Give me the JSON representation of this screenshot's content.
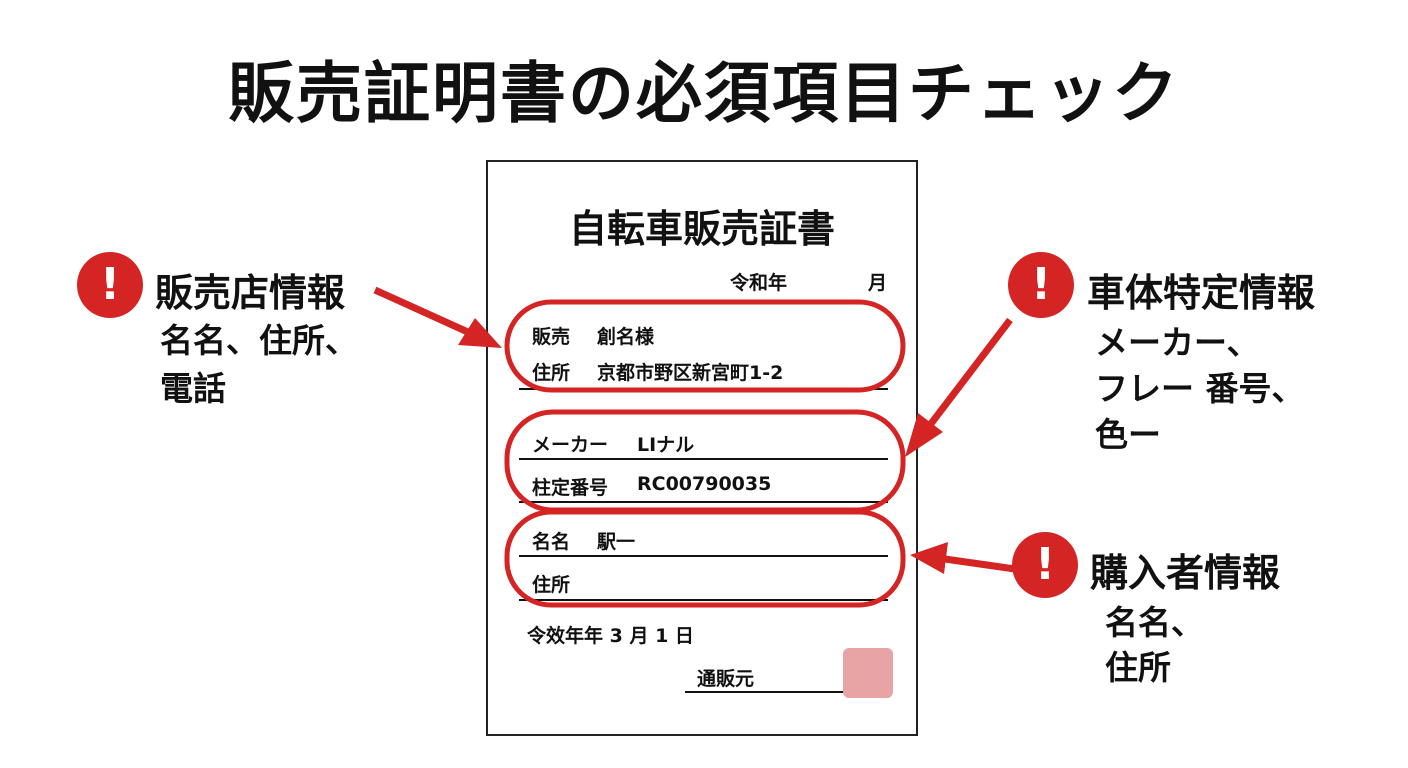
{
  "title": "販売証明書の必須項目チェック",
  "document": {
    "title": "自転車販売証書",
    "date_header": {
      "era_year": "令和年",
      "month": "月"
    },
    "seller": {
      "label": "販売",
      "value": "創名様",
      "address_label": "住所",
      "address": "京都市野区新宮町1-2"
    },
    "vehicle": {
      "maker_label": "メーカー",
      "maker": "LIナル",
      "serial_label": "柱定番号",
      "serial": "RC00790035"
    },
    "buyer": {
      "name_label": "名名",
      "name": "駅一",
      "address_label": "住所"
    },
    "issue_date": "令效年年 3 月 1 日",
    "issuer_label": "通販元"
  },
  "callouts": {
    "seller": {
      "icon": "exclamation-icon",
      "label": "販売店情報",
      "lines": [
        "名名、住所、",
        "電話"
      ]
    },
    "vehicle": {
      "icon": "exclamation-icon",
      "label": "車体特定情報",
      "lines": [
        "メーカー、",
        "フレー 番号、",
        "色ー"
      ]
    },
    "buyer": {
      "icon": "exclamation-icon",
      "label": "購入者情報",
      "lines": [
        "名名、",
        "住所"
      ]
    }
  },
  "colors": {
    "accent": "#d42424",
    "stamp": "#e8a4a4"
  }
}
